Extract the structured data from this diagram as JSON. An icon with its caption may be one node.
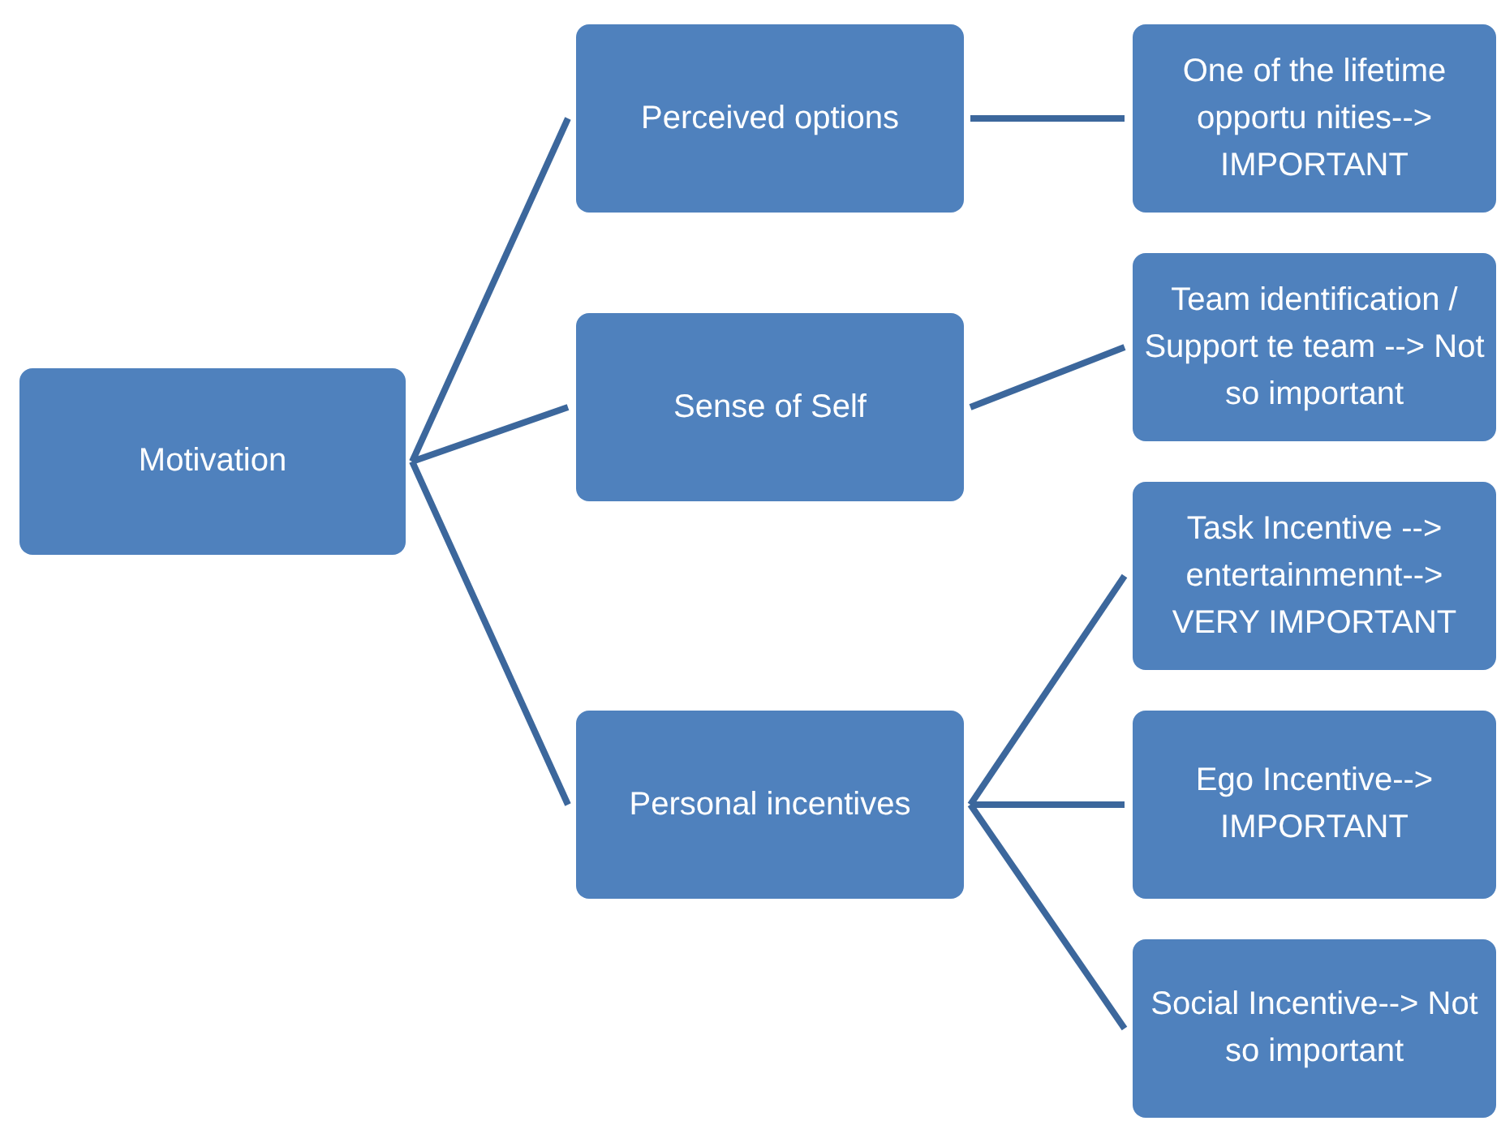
{
  "diagram": {
    "nodes": [
      {
        "text": [
          "Motivation"
        ]
      },
      {
        "text": [
          "Perceived options"
        ]
      },
      {
        "text": [
          "Sense of Self"
        ]
      },
      {
        "text": [
          "Personal incentives"
        ]
      },
      {
        "text": [
          "One of the lifetime opportu nities--> IMPORTANT"
        ]
      },
      {
        "text": [
          "Team identification / Support te team --> Not so important"
        ]
      },
      {
        "text": [
          "Task  Incentive --> entertainmennt--> VERY IMPORTANT"
        ]
      },
      {
        "text": [
          "Ego Incentive--> IMPORTANT"
        ]
      },
      {
        "text": [
          "Social Incentive--> Not so important"
        ]
      }
    ],
    "edges": [
      {
        "from": 0,
        "to": 1,
        "arrow": "none"
      },
      {
        "from": 0,
        "to": 2,
        "arrow": "none"
      },
      {
        "from": 0,
        "to": 3,
        "arrow": "none"
      },
      {
        "from": 1,
        "to": 4,
        "arrow": "none"
      },
      {
        "from": 2,
        "to": 5,
        "arrow": "none"
      },
      {
        "from": 3,
        "to": 6,
        "arrow": "none"
      },
      {
        "from": 3,
        "to": 7,
        "arrow": "none"
      },
      {
        "from": 3,
        "to": 8,
        "arrow": "none"
      }
    ]
  }
}
